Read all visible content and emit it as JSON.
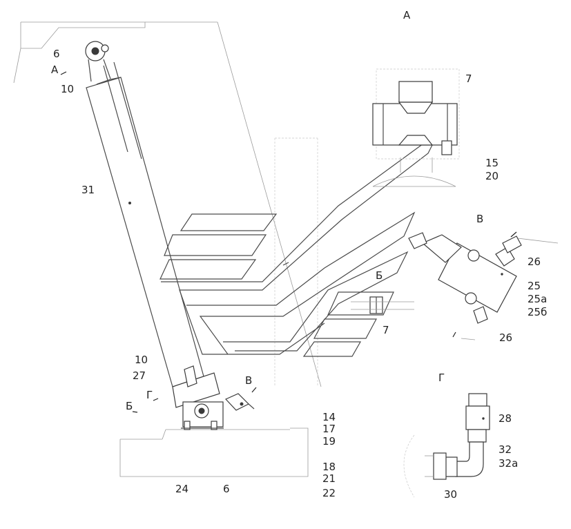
{
  "colors": {
    "line": "#4a4a4a",
    "text": "#222222",
    "background": "#ffffff"
  },
  "views": {
    "a": "А",
    "v": "В",
    "b": "Б",
    "g": "Г"
  },
  "labels": {
    "top_left_6": "6",
    "top_left_a": "А",
    "top_left_10": "10",
    "cyl_31": "31",
    "a_view_7": "7",
    "a_view_15": "15",
    "a_view_20": "20",
    "v_view_26_top": "26",
    "v_view_25": "25",
    "v_view_25a": "25а",
    "v_view_25b": "25б",
    "v_view_26_bottom": "26",
    "b_view_7": "7",
    "base_10": "10",
    "base_27": "27",
    "base_g": "Г",
    "base_b": "Б",
    "base_v": "В",
    "base_14": "14",
    "base_17": "17",
    "base_19": "19",
    "base_18": "18",
    "base_21": "21",
    "base_22": "22",
    "base_24": "24",
    "base_6": "6",
    "g_view_28": "28",
    "g_view_32": "32",
    "g_view_32a": "32а",
    "g_view_30": "30"
  }
}
